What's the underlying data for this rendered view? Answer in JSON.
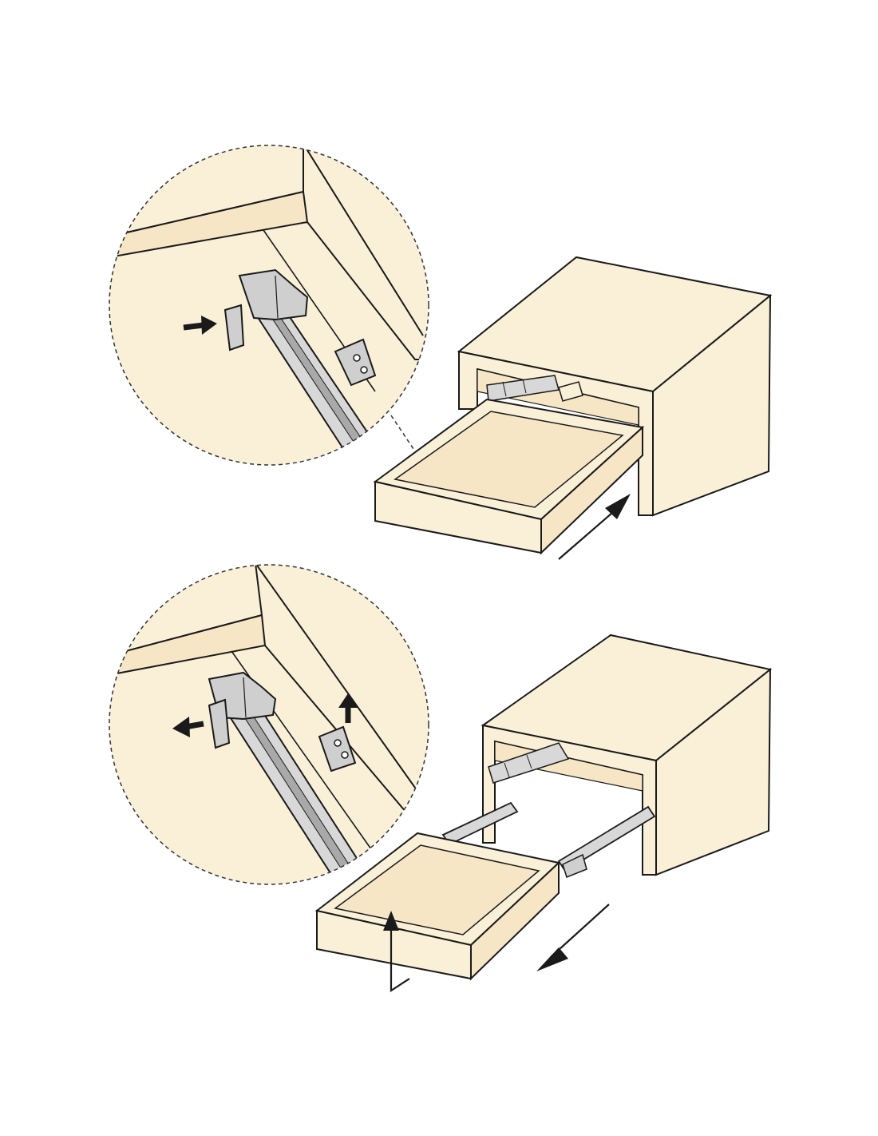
{
  "colors": {
    "background": "#ffffff",
    "wood": "#faf0d8",
    "wood_inner": "#f6e6c6",
    "line": "#1a1a1a",
    "rail": "#d8d8d8",
    "rail_dark": "#a9a9a9",
    "clip": "#cfcfcf"
  },
  "steps": [
    {
      "id": "install",
      "drawer_motion": "push-in",
      "clip_action": "press-in"
    },
    {
      "id": "remove",
      "drawer_motion": "pull-out",
      "clip_action": "pull-and-lift"
    }
  ]
}
